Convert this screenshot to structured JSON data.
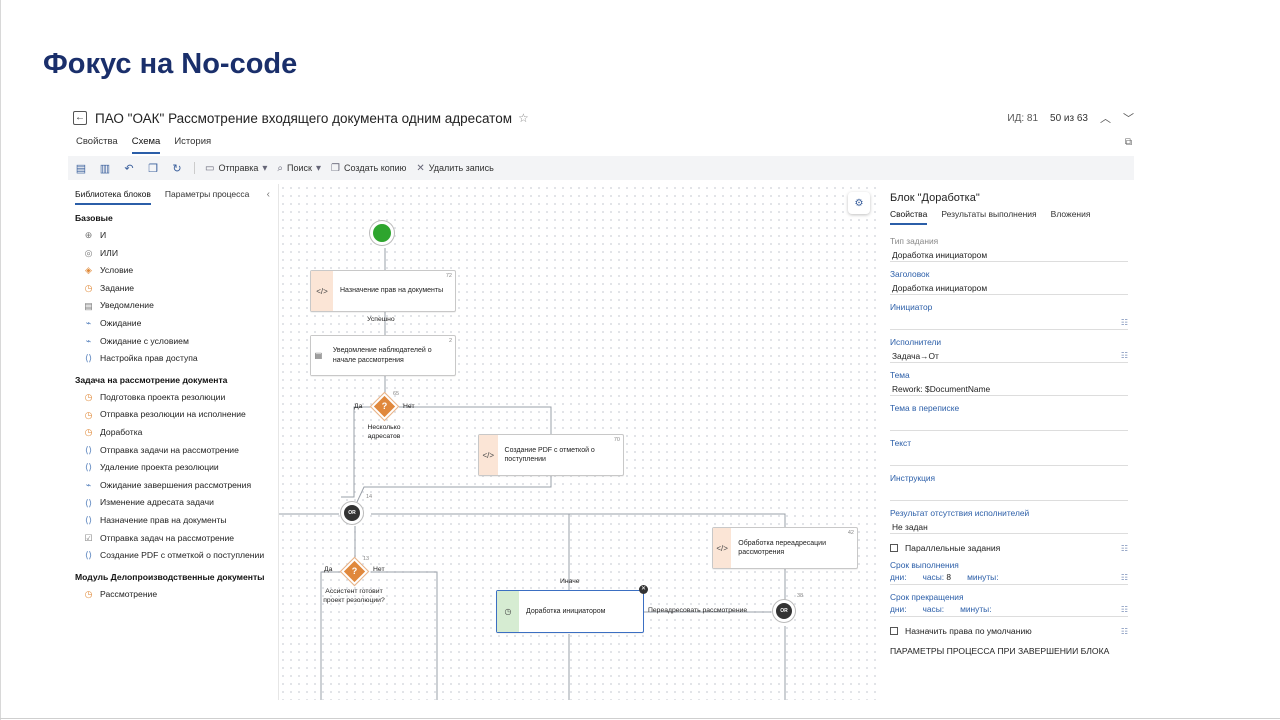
{
  "slide": {
    "title": "Фокус на No-code"
  },
  "header": {
    "back_icon": "arrow-left-icon",
    "title": "ПАО \"ОАК\" Рассмотрение входящего документа одним адресатом",
    "star": "☆",
    "id_label": "ИД: 81",
    "counter": "50 из 63",
    "prev": "︿",
    "next": "﹀"
  },
  "tabs": [
    {
      "label": "Свойства",
      "active": false
    },
    {
      "label": "Схема",
      "active": true
    },
    {
      "label": "История",
      "active": false
    }
  ],
  "toolbar": {
    "send": "Отправка",
    "search": "Поиск",
    "copy": "Создать копию",
    "delete": "Удалить запись"
  },
  "left_panel": {
    "tabs": [
      "Библиотека блоков",
      "Параметры процесса"
    ],
    "groups": [
      {
        "title": "Базовые",
        "items": [
          {
            "label": "И",
            "icon": "and-icon"
          },
          {
            "label": "ИЛИ",
            "icon": "or-icon"
          },
          {
            "label": "Условие",
            "icon": "condition-icon"
          },
          {
            "label": "Задание",
            "icon": "clock-icon"
          },
          {
            "label": "Уведомление",
            "icon": "notification-icon"
          },
          {
            "label": "Ожидание",
            "icon": "wait-icon"
          },
          {
            "label": "Ожидание с условием",
            "icon": "wait-condition-icon"
          },
          {
            "label": "Настройка прав доступа",
            "icon": "code-icon"
          }
        ]
      },
      {
        "title": "Задача на рассмотрение документа",
        "items": [
          {
            "label": "Подготовка проекта резолюции",
            "icon": "clock-icon"
          },
          {
            "label": "Отправка резолюции на исполнение",
            "icon": "clock-icon"
          },
          {
            "label": "Доработка",
            "icon": "clock-icon"
          },
          {
            "label": "Отправка задачи на рассмотрение",
            "icon": "code-icon"
          },
          {
            "label": "Удаление проекта резолюции",
            "icon": "code-icon"
          },
          {
            "label": "Ожидание завершения рассмотрения",
            "icon": "wait-icon"
          },
          {
            "label": "Изменение адресата задачи",
            "icon": "code-icon"
          },
          {
            "label": "Назначение прав на документы",
            "icon": "code-icon"
          },
          {
            "label": "Отправка задач на рассмотрение",
            "icon": "checklist-icon"
          },
          {
            "label": "Создание PDF с отметкой о поступлении",
            "icon": "code-icon"
          }
        ]
      },
      {
        "title": "Модуль Делопроизводственные документы",
        "items": [
          {
            "label": "Рассмотрение",
            "icon": "clock-icon"
          }
        ]
      }
    ]
  },
  "canvas": {
    "nodes": {
      "rights": {
        "text": "Назначение прав на документы",
        "num": "72"
      },
      "notify": {
        "text": "Уведомление наблюдателей о начале рассмотрения",
        "num": "2"
      },
      "pdf": {
        "text": "Создание PDF с отметкой о поступлении",
        "num": "70"
      },
      "redirect": {
        "text": "Обработка переадресации рассмотрения",
        "num": "42"
      },
      "rework": {
        "text": "Доработка инициатором",
        "num": ""
      }
    },
    "labels": {
      "success": "Успешно",
      "yes1": "Да",
      "no1": "Нет",
      "g1": "Несколько адресатов",
      "g1num": "65",
      "or1num": "14",
      "yes2": "Да",
      "no2": "Нет",
      "g2": "Ассистент готовит проект резолюции?",
      "g2num": "13",
      "else": "Иначе",
      "redirect_edge": "Переадресовать рассмотрение",
      "or2num": "38",
      "or_text": "OR",
      "q": "?"
    }
  },
  "right_panel": {
    "title": "Блок \"Доработка\"",
    "tabs": [
      "Свойства",
      "Результаты выполнения",
      "Вложения"
    ],
    "fields": {
      "task_type_label": "Тип задания",
      "task_type_value": "Доработка инициатором",
      "header_label": "Заголовок",
      "header_value": "Доработка инициатором",
      "initiator_label": "Инициатор",
      "performers_label": "Исполнители",
      "performers_value": "Задача→От",
      "subject_label": "Тема",
      "subject_value": "Rework: $DocumentName",
      "corr_label": "Тема в переписке",
      "text_label": "Текст",
      "instr_label": "Инструкция",
      "absent_label": "Результат отсутствия исполнителей",
      "absent_value": "Не задан",
      "parallel": "Параллельные задания",
      "deadline_label": "Срок выполнения",
      "stop_label": "Срок прекращения",
      "days": "дни:",
      "hours": "часы:",
      "hours_val": "8",
      "minutes": "минуты:",
      "default_rights": "Назначить права по умолчанию",
      "footer": "ПАРАМЕТРЫ ПРОЦЕССА ПРИ ЗАВЕРШЕНИИ БЛОКА"
    }
  }
}
